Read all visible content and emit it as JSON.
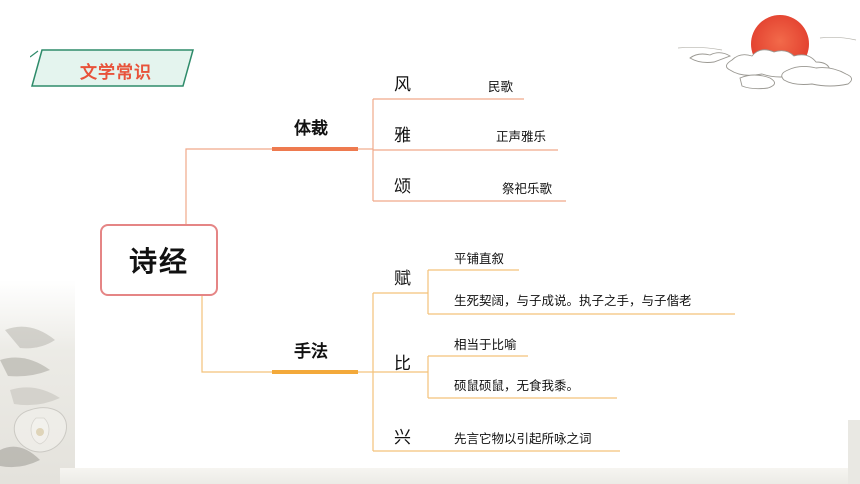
{
  "tag": {
    "label": "文学常识"
  },
  "mindmap": {
    "root": "诗经",
    "branches": [
      {
        "label": "体裁",
        "children": [
          {
            "label": "风",
            "details": [
              "民歌"
            ]
          },
          {
            "label": "雅",
            "details": [
              "正声雅乐"
            ]
          },
          {
            "label": "颂",
            "details": [
              "祭祀乐歌"
            ]
          }
        ]
      },
      {
        "label": "手法",
        "children": [
          {
            "label": "赋",
            "details": [
              "平铺直叙",
              "生死契阔，与子成说。执子之手，与子偕老"
            ]
          },
          {
            "label": "比",
            "details": [
              "相当于比喻",
              "硕鼠硕鼠，无食我黍。"
            ]
          },
          {
            "label": "兴",
            "details": [
              "先言它物以引起所咏之词"
            ]
          }
        ]
      }
    ]
  },
  "colors": {
    "tag_text": "#e8523a",
    "branch_genre": "#ee7a4f",
    "branch_method": "#f3a93a",
    "root_border": "#e58585",
    "sun": "#e8473a"
  },
  "decorations": [
    "sun-cloud-icon",
    "lotus-ink-icon"
  ]
}
